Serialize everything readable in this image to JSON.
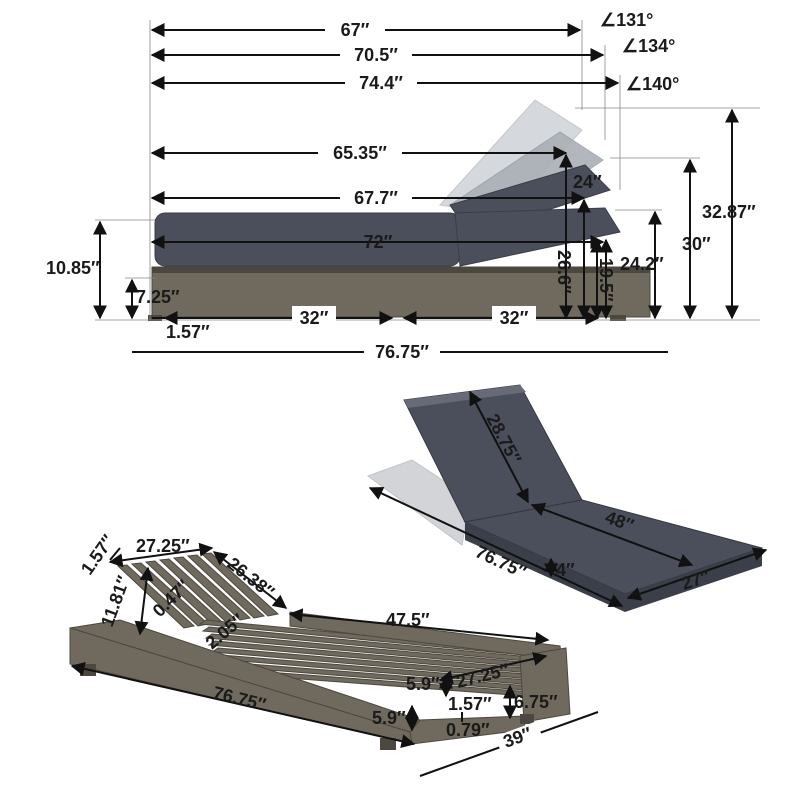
{
  "colors": {
    "wood": "#6f6a5d",
    "wood_dark": "#4d483f",
    "cushion": "#4a4f5b",
    "cushion_light": "#666b77",
    "ghost": "#c9ccd1"
  },
  "side_view": {
    "top_lengths": [
      "67″",
      "70.5″",
      "74.4″"
    ],
    "angles": [
      "∠131°",
      "∠134°",
      "∠140°"
    ],
    "inner_lengths": [
      "65.35″",
      "67.7″",
      "72″"
    ],
    "back_height": "24″",
    "heights_right": [
      "32.87″",
      "30″",
      "24.2″"
    ],
    "inner_heights": [
      "26.6″",
      "19.5″"
    ],
    "left_heights": [
      "10.85″",
      "7.25″"
    ],
    "bottom_small": "1.57″",
    "bottom_halves": [
      "32″",
      "32″"
    ],
    "total_length": "76.75″"
  },
  "cushion_view": {
    "back_length": "28.75″",
    "seat_length": "48″",
    "total_length": "76.75″",
    "thickness": "4″",
    "width": "27″"
  },
  "frame_view": {
    "slat_thickness": "1.57″",
    "back_width": "27.25″",
    "back_length": "26.38″",
    "back_support": "11.81″",
    "slat_gap": "0.47″",
    "slat_width": "2.05″",
    "seat_length": "47.5″",
    "inner_width": "27.25″",
    "rail_height_upper": "5.9″",
    "rail_height_lower": "5.9″",
    "leg_small": "1.57″",
    "leg_height": "6.75″",
    "ground_gap": "0.79″",
    "overall_length": "76.75″",
    "overall_width": "39″"
  }
}
